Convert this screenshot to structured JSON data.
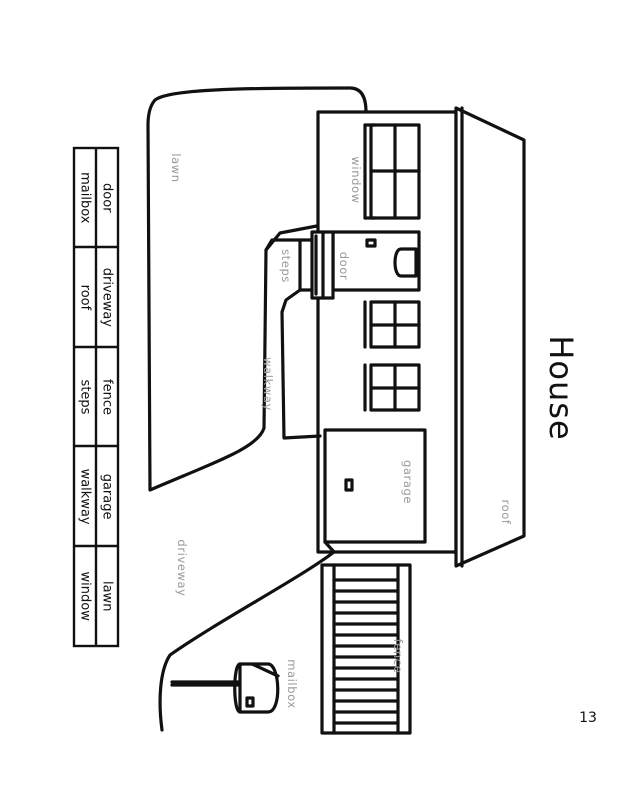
{
  "title": "House",
  "page_number": "13",
  "labels": {
    "lawn": "lawn",
    "window": "window",
    "door": "door",
    "steps": "steps",
    "walkway": "walkway",
    "garage": "garage",
    "roof": "roof",
    "driveway": "driveway",
    "fence": "fence",
    "mailbox": "mailbox"
  },
  "word_bank": [
    [
      "door",
      "mailbox"
    ],
    [
      "driveway",
      "roof"
    ],
    [
      "fence",
      "steps"
    ],
    [
      "garage",
      "walkway"
    ],
    [
      "lawn",
      "window"
    ]
  ]
}
